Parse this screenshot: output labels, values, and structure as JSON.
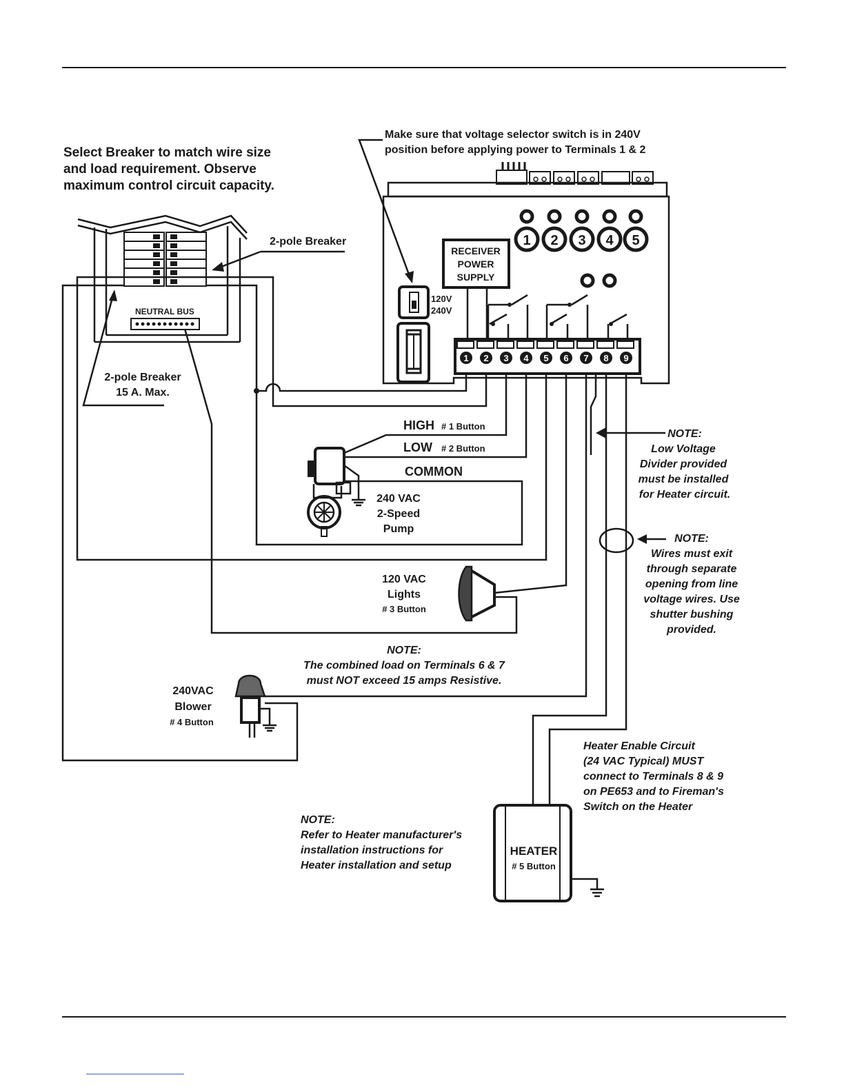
{
  "breaker_note": [
    "Select Breaker to match wire size",
    "and load requirement.  Observe",
    "maximum control circuit capacity."
  ],
  "voltage_note": [
    "Make sure that voltage selector switch is in 240V",
    "position before applying power to Terminals 1 & 2"
  ],
  "breaker_top_label": "2-pole Breaker",
  "neutral_bus": "NEUTRAL BUS",
  "breaker_bottom_label": [
    "2-pole Breaker",
    "15 A. Max."
  ],
  "receiver_power_supply": [
    "RECEIVER",
    "POWER",
    "SUPPLY"
  ],
  "selector_labels": [
    "120V",
    "240V"
  ],
  "button_numbers": [
    "1",
    "2",
    "3",
    "4",
    "5"
  ],
  "terminal_numbers": [
    "1",
    "2",
    "3",
    "4",
    "5",
    "6",
    "7",
    "8",
    "9"
  ],
  "pump": {
    "high": "HIGH",
    "high_button": "# 1 Button",
    "low": "LOW",
    "low_button": "# 2 Button",
    "common": "COMMON",
    "label": [
      "240 VAC",
      "2-Speed",
      "Pump"
    ]
  },
  "lights": {
    "label": [
      "120 VAC",
      "Lights"
    ],
    "button": "# 3 Button"
  },
  "blower": {
    "label": [
      "240VAC",
      "Blower"
    ],
    "button": "# 4 Button"
  },
  "heater": {
    "label": "HEATER",
    "button": "# 5 Button"
  },
  "note_divider": [
    "NOTE:",
    "Low Voltage",
    "Divider provided",
    "must be installed",
    "for Heater circuit."
  ],
  "note_wires": [
    "NOTE:",
    "Wires must exit",
    "through separate",
    "opening from line",
    "voltage wires. Use",
    "shutter bushing",
    "provided."
  ],
  "note_load": [
    "NOTE:",
    "The combined load on Terminals 6 & 7",
    "must NOT exceed 15 amps Resistive."
  ],
  "heater_enable": [
    "Heater Enable Circuit",
    "(24 VAC Typical) MUST",
    "connect to Terminals 8 & 9",
    "on PE653 and to Fireman's",
    "Switch on the Heater"
  ],
  "note_heater": [
    "NOTE:",
    "Refer to Heater manufacturer's",
    "installation instructions for",
    "Heater installation and setup"
  ]
}
